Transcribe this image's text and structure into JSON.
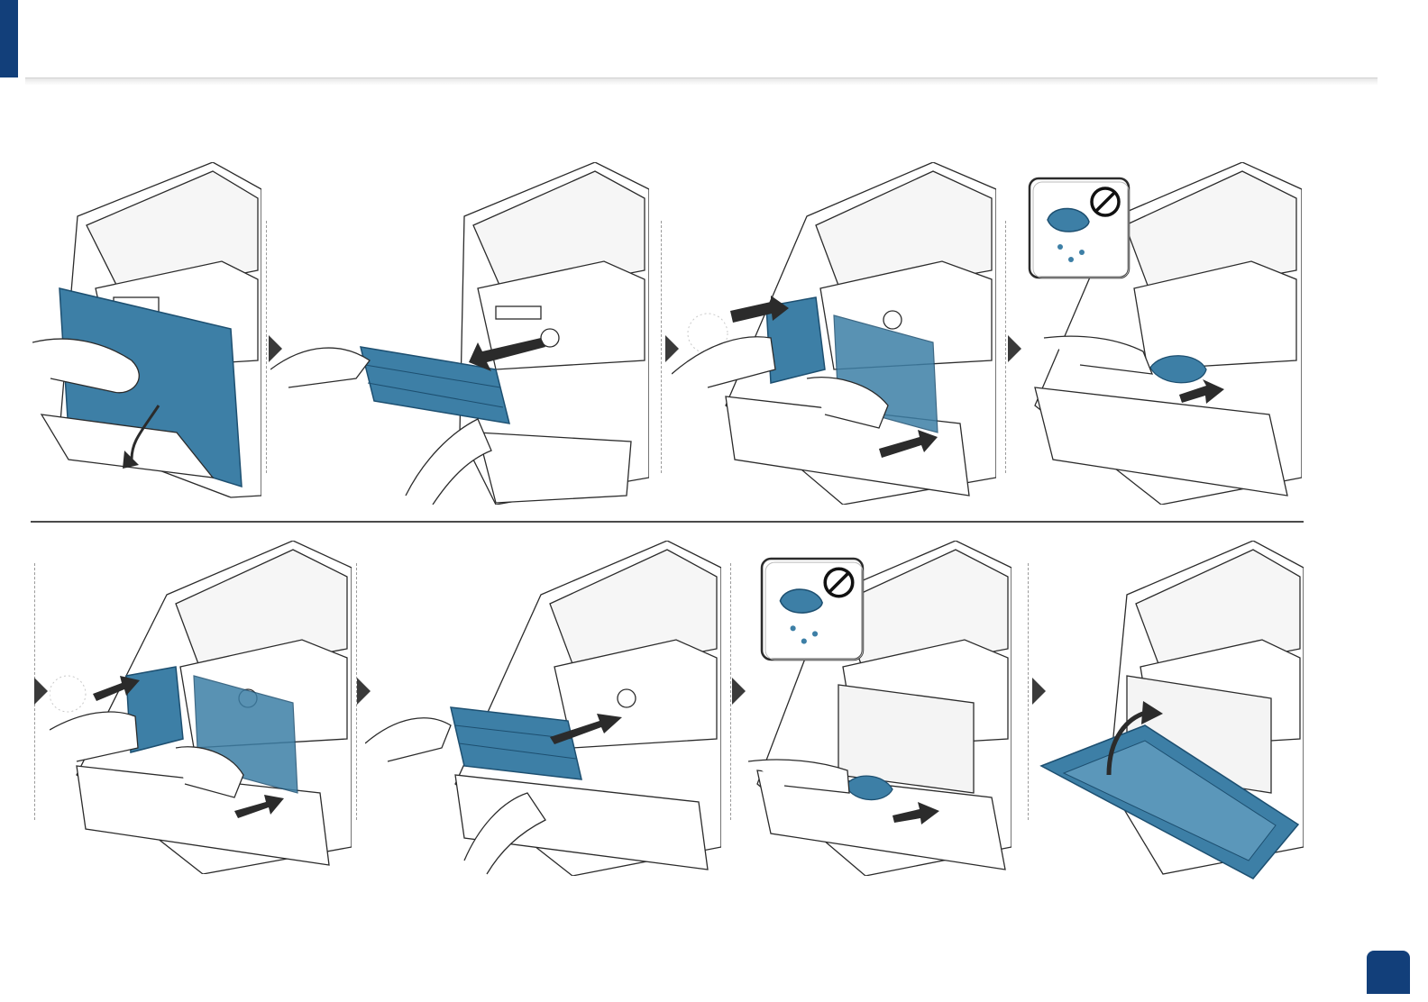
{
  "page": {
    "number": ""
  },
  "colors": {
    "accent": "#123f7a",
    "part_blue": "#3d7fa6",
    "line_art": "#2b2b2b"
  },
  "steps": [
    {
      "id": 1,
      "icon": "open-front-door"
    },
    {
      "id": 2,
      "icon": "remove-imaging-unit"
    },
    {
      "id": 3,
      "icon": "remove-waste-toner-container"
    },
    {
      "id": 4,
      "icon": "wipe-with-dry-cloth"
    },
    {
      "id": 5,
      "icon": "insert-waste-toner-container"
    },
    {
      "id": 6,
      "icon": "insert-imaging-unit"
    },
    {
      "id": 7,
      "icon": "wipe-with-dry-cloth"
    },
    {
      "id": 8,
      "icon": "close-front-door"
    }
  ],
  "warning_icons": [
    "no-wet-cloth-icon",
    "no-wet-cloth-icon"
  ]
}
